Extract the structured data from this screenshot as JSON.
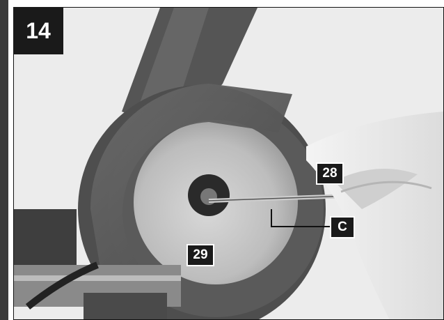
{
  "figure": {
    "step_number": "14",
    "callouts": {
      "c28": "28",
      "c29": "29",
      "c": "C"
    }
  }
}
